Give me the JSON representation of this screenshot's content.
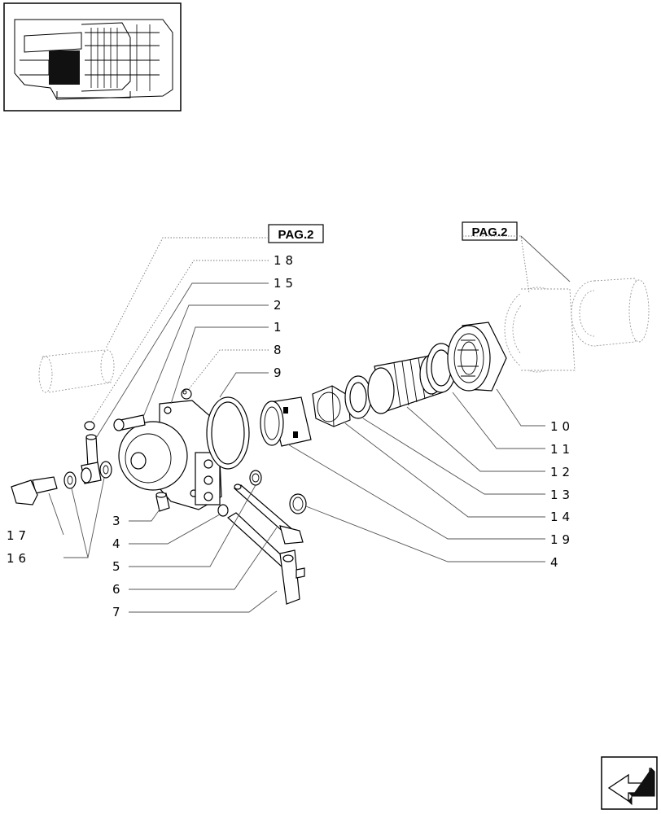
{
  "references": {
    "pag_left": "PAG.2",
    "pag_right": "PAG.2"
  },
  "callouts": {
    "c18": "18",
    "c15": "15",
    "c2": "2",
    "c1": "1",
    "c8": "8",
    "c9": "9",
    "c10": "10",
    "c11": "11",
    "c12": "12",
    "c13": "13",
    "c14": "14",
    "c19": "19",
    "c4_right": "4",
    "c17": "17",
    "c16": "16",
    "c3": "3",
    "c4_left": "4",
    "c5": "5",
    "c6": "6",
    "c7": "7"
  },
  "icons": {
    "nav": "next-page-arrow-icon",
    "thumb": "transmission-overview-icon"
  }
}
